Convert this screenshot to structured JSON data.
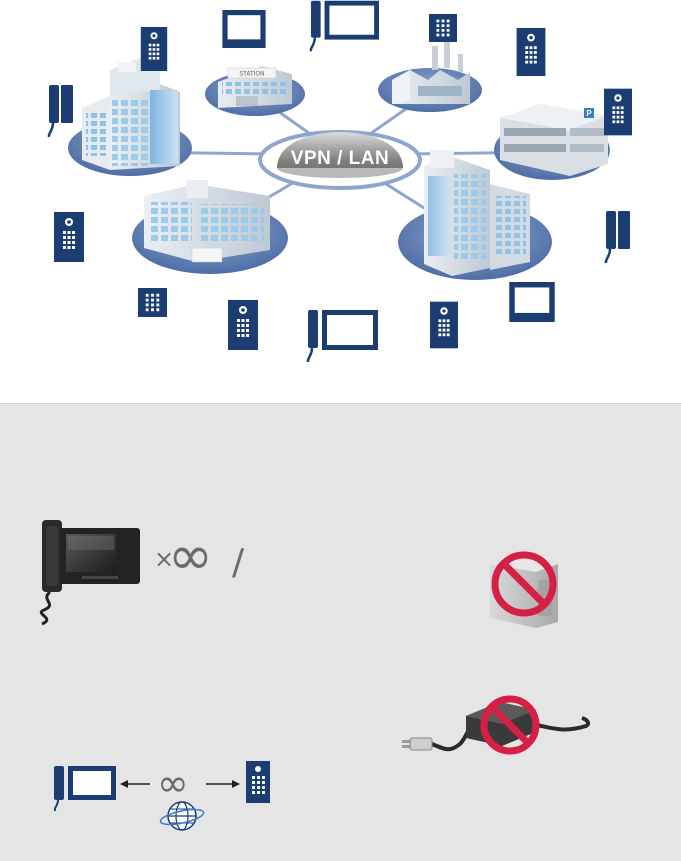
{
  "hub": {
    "label": "VPN / LAN"
  },
  "buildings": {
    "station": {
      "sign": "STATION"
    },
    "parking": {
      "sign": "P"
    }
  },
  "features": {
    "multiplier_symbol": "×",
    "infinity_symbol": "∞",
    "separator": "/"
  },
  "colors": {
    "device_blue": "#1b3d72",
    "ellipse_blue": "#5b79ad",
    "hub_gray": "#8a8a8a",
    "prohibit_red": "#d61f45",
    "panel_bg": "#e5e5e5",
    "infinity_gray": "#6b6b6b"
  }
}
